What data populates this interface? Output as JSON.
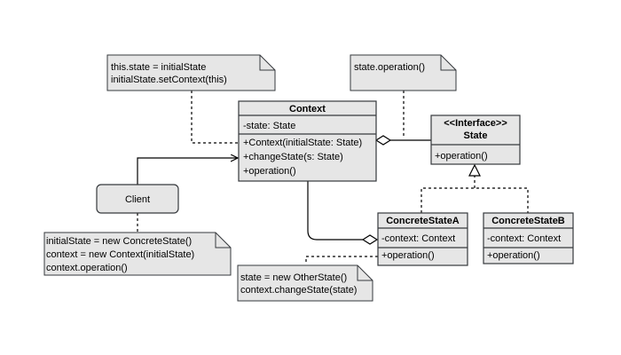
{
  "colors": {
    "fill": "#e6e6e6",
    "stroke": "#36393d"
  },
  "notes": {
    "init": [
      "this.state = initialState",
      "initialState.setContext(this)"
    ],
    "state_op": [
      "state.operation()"
    ],
    "client_code": [
      "initialState = new ConcreteState()",
      "context = new Context(initialState)",
      "context.operation()"
    ],
    "change_state": [
      "state = new OtherState()",
      "context.changeState(state)"
    ]
  },
  "context_class": {
    "name": "Context",
    "fields": [
      "-state: State"
    ],
    "methods": [
      "+Context(initialState: State)",
      "+changeState(s: State)",
      "+operation()"
    ]
  },
  "state_interface": {
    "stereotype": "<<Interface>>",
    "name": "State",
    "methods": [
      "+operation()"
    ]
  },
  "concrete_a": {
    "name": "ConcreteStateA",
    "fields": [
      "-context: Context"
    ],
    "methods": [
      "+operation()"
    ]
  },
  "concrete_b": {
    "name": "ConcreteStateB",
    "fields": [
      "-context: Context"
    ],
    "methods": [
      "+operation()"
    ]
  },
  "client": {
    "name": "Client"
  }
}
